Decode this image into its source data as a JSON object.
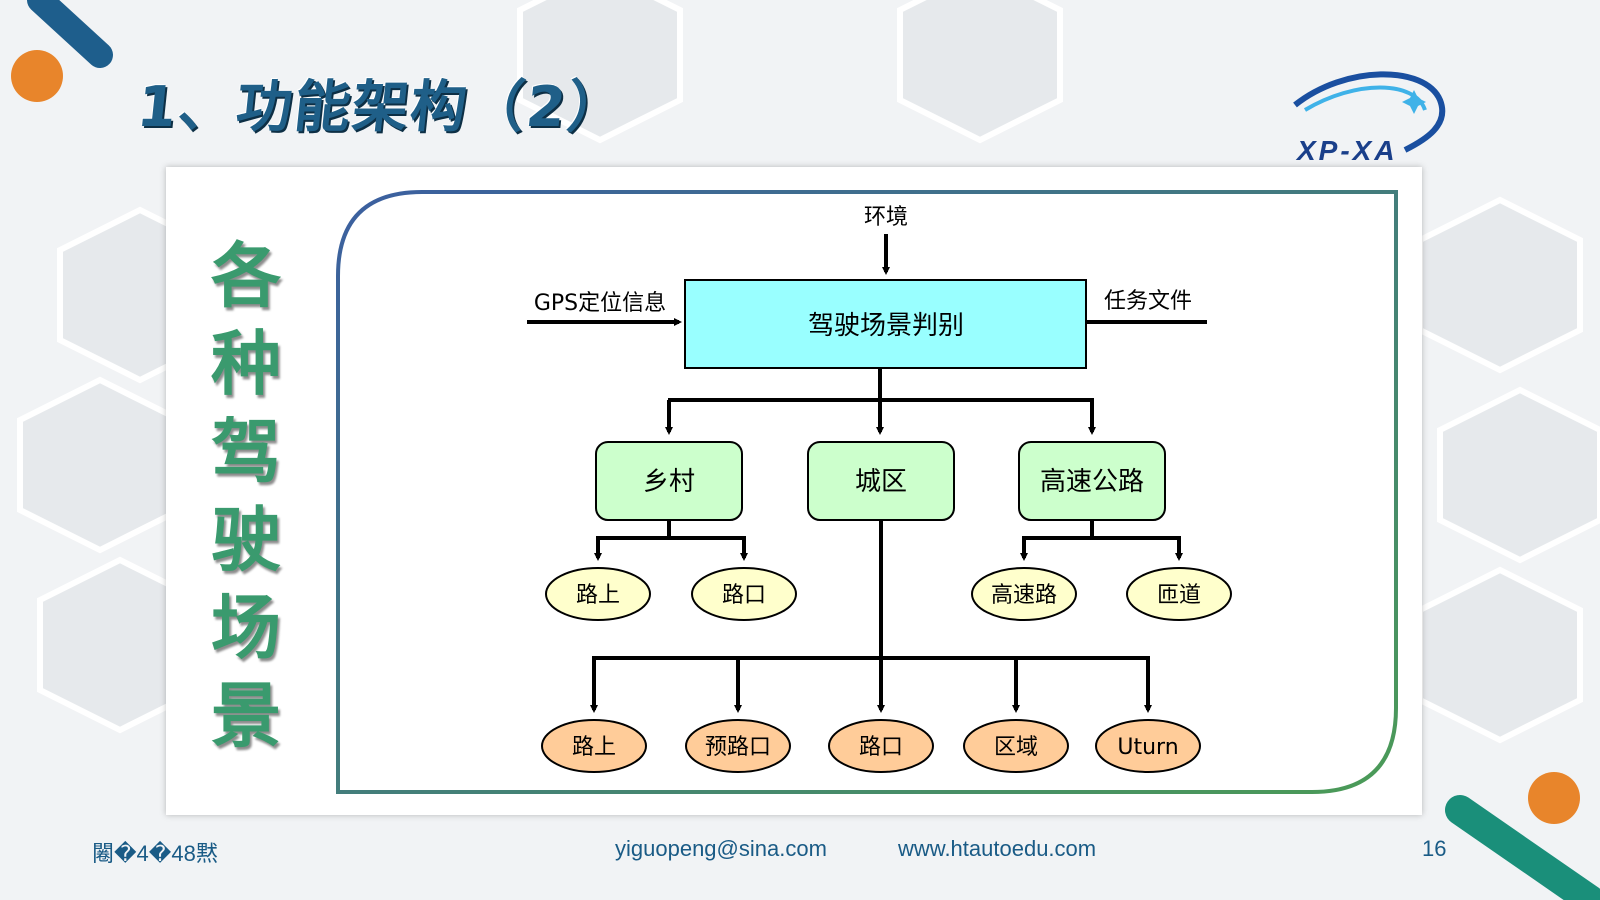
{
  "slide": {
    "title": "1、功能架构（2）",
    "logo_text": "XP-XA",
    "vertical_title": [
      "各",
      "种",
      "驾",
      "驶",
      "场",
      "景"
    ]
  },
  "diagram": {
    "top_input": "环境",
    "left_input": "GPS定位信息",
    "right_input": "任务文件",
    "main_box": "驾驶场景判别",
    "categories": [
      "乡村",
      "城区",
      "高速公路"
    ],
    "rural_children": [
      "路上",
      "路口"
    ],
    "highway_children": [
      "高速路",
      "匝道"
    ],
    "urban_children": [
      "路上",
      "预路口",
      "路口",
      "区域",
      "Uturn"
    ]
  },
  "footer": {
    "left": "闂�4�48黙",
    "email": "yiguopeng@sina.com",
    "website": "www.htautoedu.com",
    "page": "16"
  },
  "colors": {
    "title": "#1f5f88",
    "main_box": "#99ffff",
    "category_box": "#ccffcc",
    "leaf_yellow": "#ffffcc",
    "leaf_orange": "#ffcc99",
    "frame_blue": "#3b5fa0",
    "frame_green": "#4b9b57",
    "accent_orange": "#e8852b",
    "accent_teal": "#1a8f7a"
  }
}
